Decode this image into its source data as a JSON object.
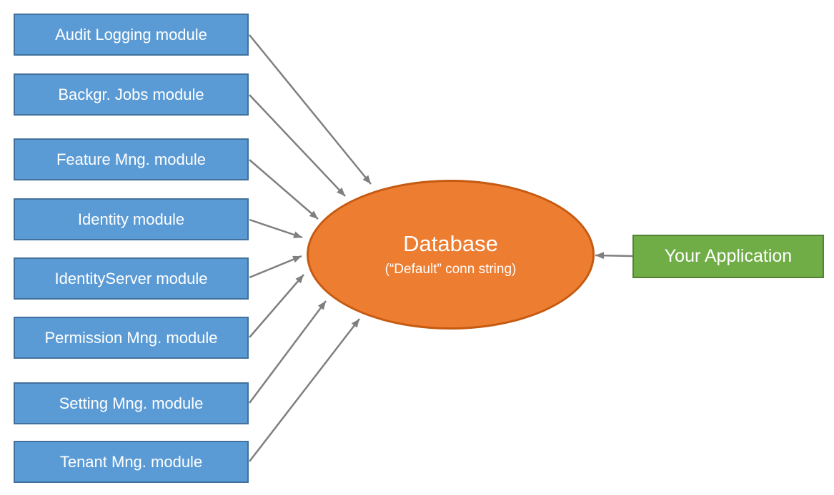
{
  "diagram": {
    "modules": [
      "Audit Logging module",
      "Backgr. Jobs module",
      "Feature Mng. module",
      "Identity module",
      "IdentityServer module",
      "Permission Mng. module",
      "Setting Mng. module",
      "Tenant Mng. module"
    ],
    "database": {
      "title": "Database",
      "subtitle": "(“Default” conn string)"
    },
    "application": {
      "label": "Your Application"
    },
    "connections": [
      {
        "from": "Audit Logging module",
        "to": "Database"
      },
      {
        "from": "Backgr. Jobs module",
        "to": "Database"
      },
      {
        "from": "Feature Mng. module",
        "to": "Database"
      },
      {
        "from": "Identity module",
        "to": "Database"
      },
      {
        "from": "IdentityServer module",
        "to": "Database"
      },
      {
        "from": "Permission Mng. module",
        "to": "Database"
      },
      {
        "from": "Setting Mng. module",
        "to": "Database"
      },
      {
        "from": "Tenant Mng. module",
        "to": "Database"
      },
      {
        "from": "Your Application",
        "to": "Database"
      }
    ],
    "colors": {
      "module_fill": "#5B9BD5",
      "module_border": "#41719C",
      "database_fill": "#ED7D31",
      "database_border": "#C55A11",
      "application_fill": "#70AD47",
      "application_border": "#548235",
      "arrow": "#7F7F7F",
      "text": "#FFFFFF",
      "background": "#FFFFFF"
    }
  }
}
